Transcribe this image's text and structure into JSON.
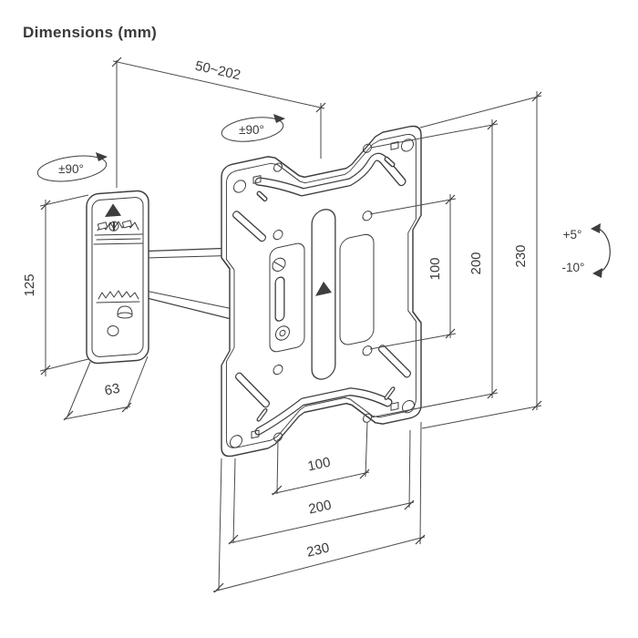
{
  "title": "Dimensions (mm)",
  "colors": {
    "line": "#3e3e3e",
    "text": "#3a3a3a",
    "background": "#ffffff"
  },
  "annotations": {
    "arm_extension_range": "50~202",
    "wall_swivel": "±90°",
    "plate_swivel": "±90°",
    "tilt_up": "+5°",
    "tilt_down": "-10°"
  },
  "measurements": {
    "wall_plate_height": "125",
    "wall_plate_width": "63",
    "vesa_vertical_inner": "100",
    "vesa_vertical_outer": "200",
    "plate_height": "230",
    "vesa_horizontal_inner": "100",
    "vesa_horizontal_outer": "200",
    "plate_width": "230"
  }
}
